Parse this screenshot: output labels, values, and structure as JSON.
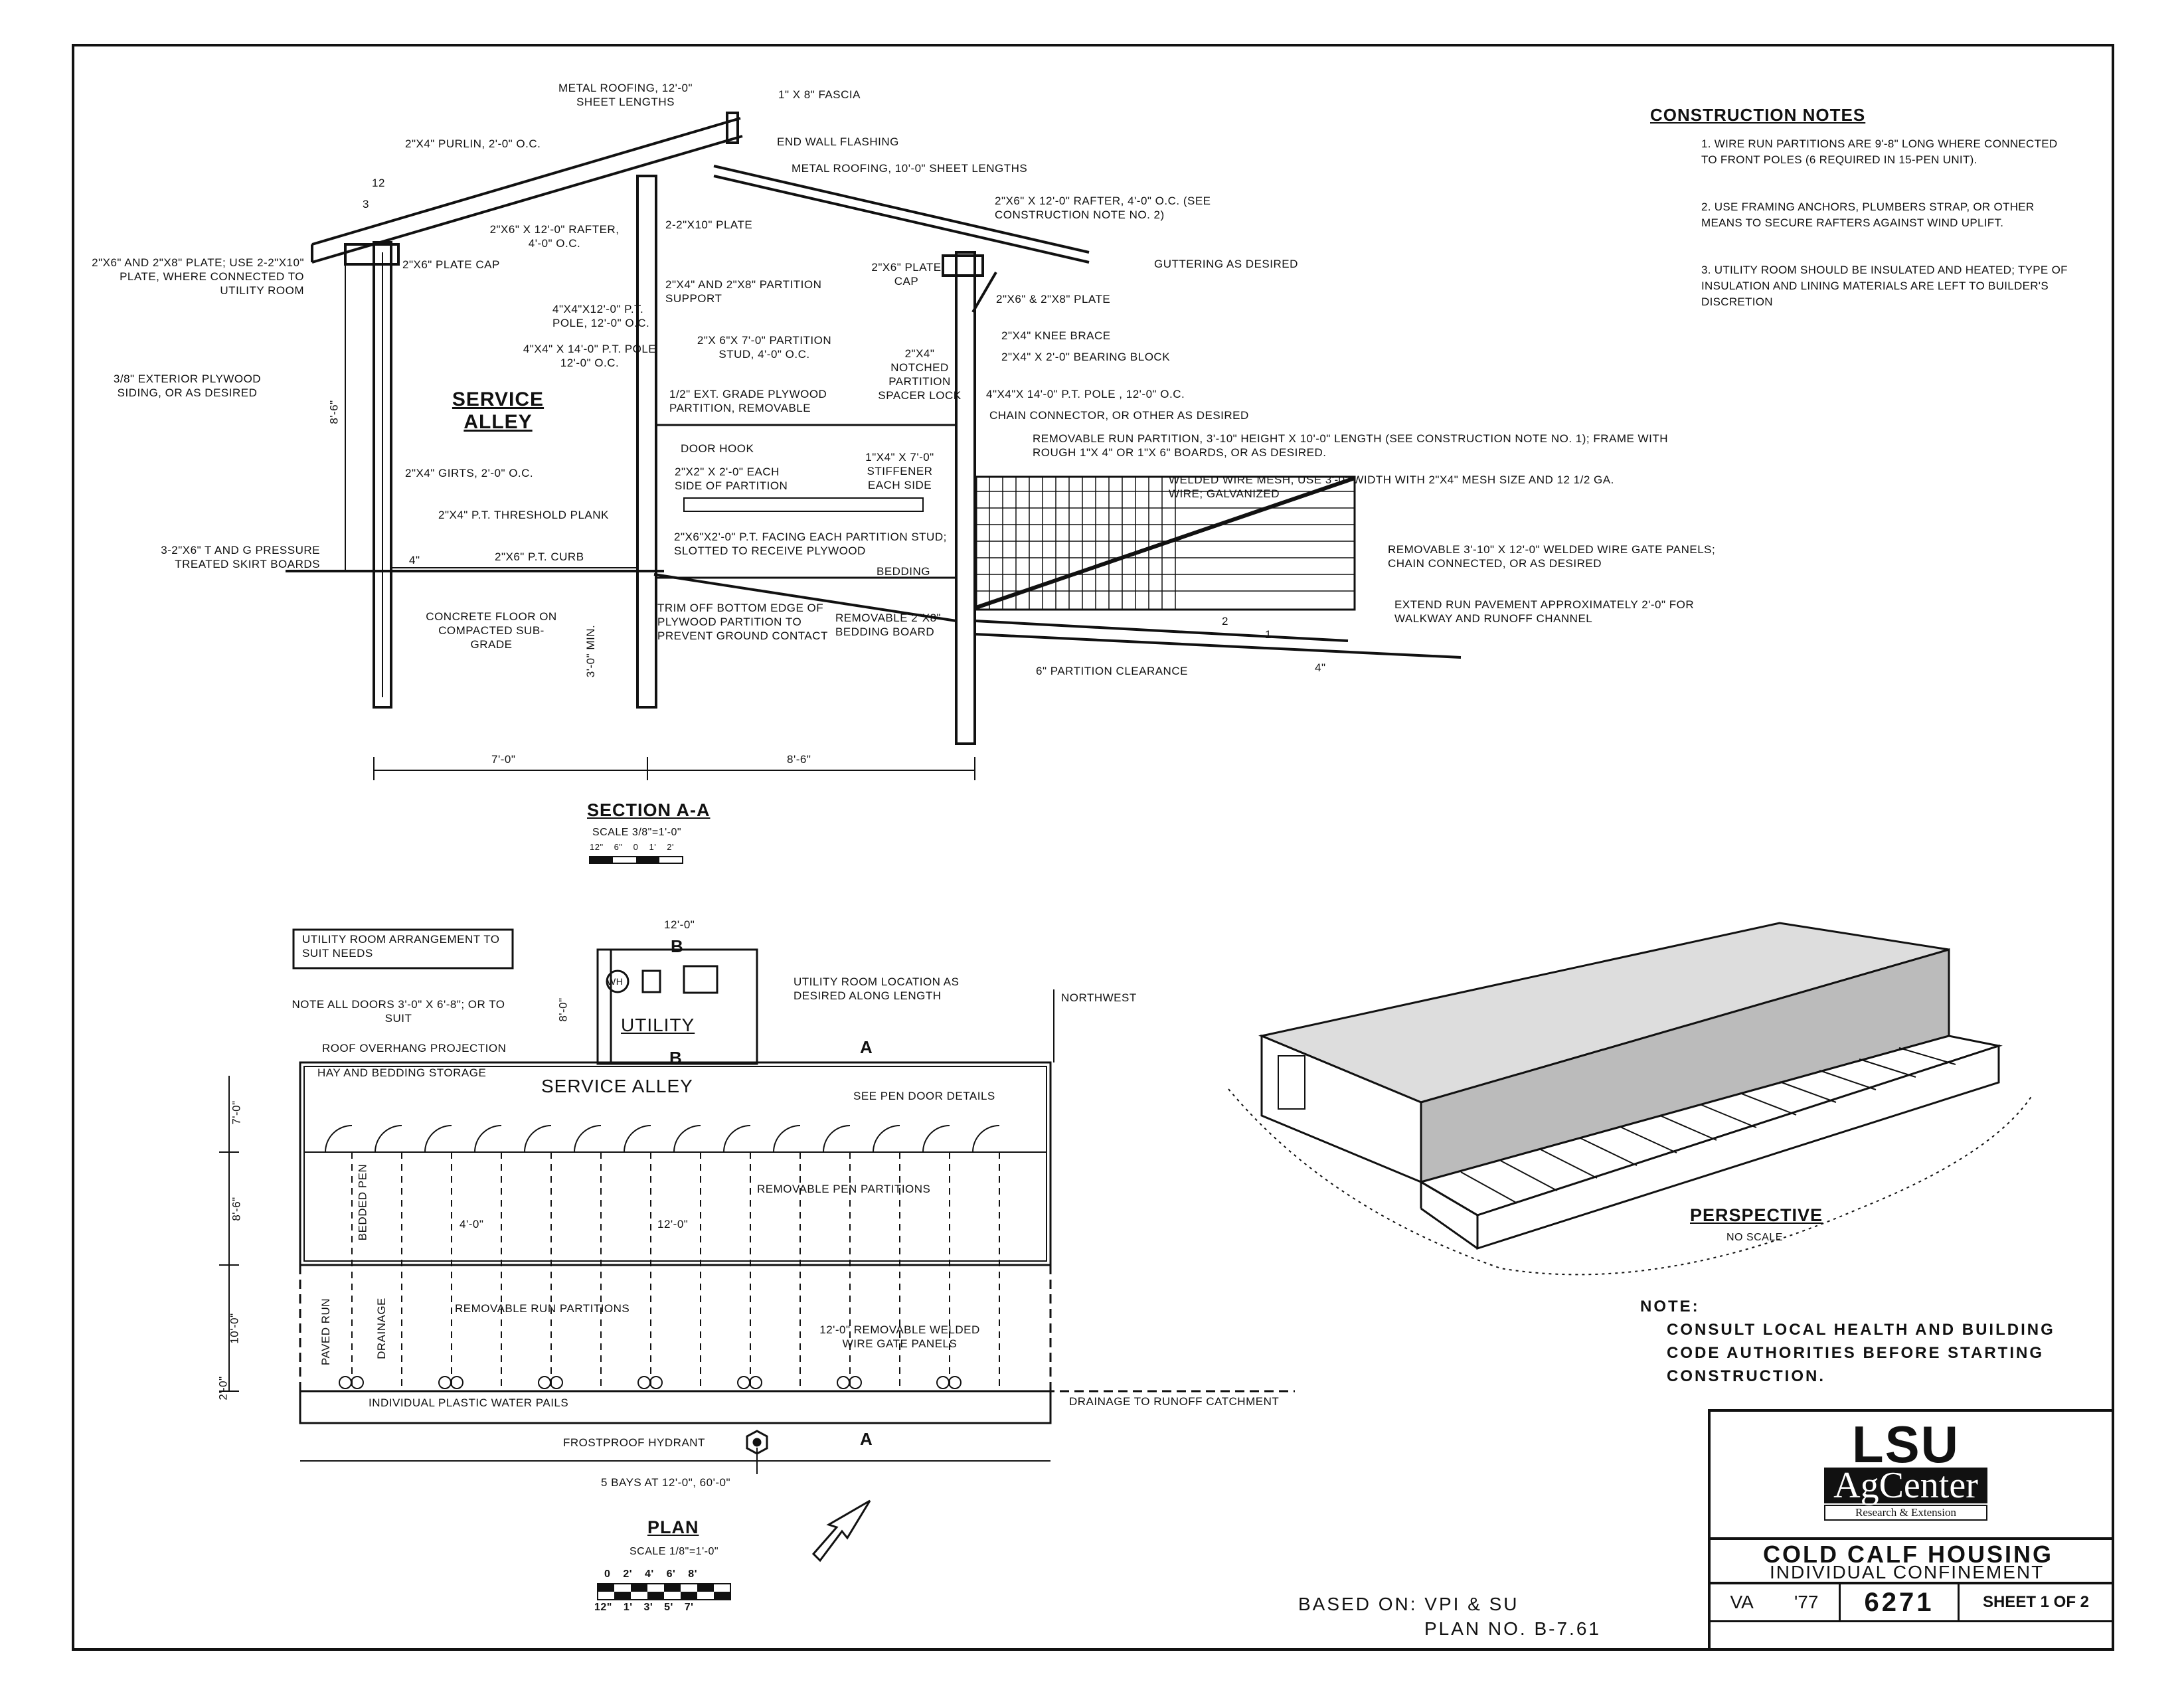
{
  "section": {
    "title": "SECTION A-A",
    "scale": "SCALE 3/8\"=1'-0\"",
    "scale_bar_ticks": "12\" 6\" 0 1' 2'",
    "service_alley": "SERVICE ALLEY",
    "dim_left": "7'-0\"",
    "dim_right": "8'-6\"",
    "dim_height": "8'-6\"",
    "dim_min": "3'-0\" MIN.",
    "dim_12": "12",
    "dim_3": "3",
    "dim_4in_a": "4\"",
    "dim_4in_b": "4\"",
    "dim_2": "2",
    "dim_1": "1",
    "labels": {
      "metal_roofing_12": "METAL ROOFING, 12'-0\" SHEET LENGTHS",
      "fascia": "1\" x 8\" FASCIA",
      "purlin": "2\"x4\" PURLIN, 2'-0\" O.C.",
      "end_wall": "END WALL FLASHING",
      "metal_roofing_10": "METAL ROOFING, 10'-0\" SHEET LENGTHS",
      "rafter_left": "2\"x6\" x 12'-0\" RAFTER, 4'-0\" O.C.",
      "plate_2x10": "2-2\"x10\" PLATE",
      "rafter_right": "2\"x6\" x 12'-0\" RAFTER, 4'-0\" O.C. (SEE CONSTRUCTION NOTE NO. 2)",
      "plate_left": "2\"x6\" AND 2\"x8\" PLATE; USE 2-2\"x10\" PLATE, WHERE CONNECTED TO UTILITY ROOM",
      "plate_cap_left": "2\"x6\" PLATE CAP",
      "guttering": "GUTTERING AS DESIRED",
      "partition_support": "2\"x4\" AND 2\"x8\" PARTITION SUPPORT",
      "plate_cap_right": "2\"x6\" PLATE CAP",
      "plate_2x6_2x8": "2\"x6\" & 2\"x8\" PLATE",
      "pole_12": "4\"x4\"x12'-0\" P.T. POLE, 12'-0\" O.C.",
      "knee_brace": "2\"x4\" KNEE BRACE",
      "bearing_block": "2\"x4\" x 2'-0\" BEARING BLOCK",
      "pole_14_mid": "4\"x4\" x 14'-0\" P.T. POLE 12'-0\" O.C.",
      "partition_stud": "2\"x 6\"x 7'-0\" PARTITION STUD, 4'-0\" O.C.",
      "spacer": "2\"x4\" NOTCHED PARTITION SPACER LOCK",
      "plywood_siding": "3/8\" EXTERIOR PLYWOOD SIDING, OR AS DESIRED",
      "pole_14_right": "4\"x4\"x 14'-0\" P.T. POLE , 12'-0\" O.C.",
      "plywood_partition": "1/2\" EXT. GRADE PLYWOOD PARTITION, REMOVABLE",
      "chain": "CHAIN CONNECTOR, OR OTHER AS DESIRED",
      "removable_run": "REMOVABLE RUN PARTITION, 3'-10\" HEIGHT x 10'-0\" LENGTH (SEE CONSTRUCTION NOTE NO. 1); FRAME WITH ROUGH 1\"x 4\" OR 1\"x 6\" BOARDS, OR AS DESIRED.",
      "door_hook": "DOOR HOOK",
      "girts": "2\"x4\" GIRTS, 2'-0\" O.C.",
      "cleats": "2\"x2\" x 2'-0\" EACH SIDE OF PARTITION",
      "stiffener": "1\"x4\" x 7'-0\" STIFFENER EACH SIDE",
      "welded_wire": "WELDED WIRE MESH, USE 3'-0\" WIDTH WITH 2\"x4\" MESH SIZE AND 12 1/2 GA. WIRE; GALVANIZED",
      "threshold": "2\"x4\" P.T. THRESHOLD PLANK",
      "facing": "2\"x6\"x2'-0\" P.T. FACING EACH PARTITION STUD; SLOTTED TO RECEIVE PLYWOOD",
      "gate_panels": "REMOVABLE 3'-10\" x 12'-0\" WELDED WIRE GATE PANELS; CHAIN CONNECTED, OR AS DESIRED",
      "skirt": "3-2\"x6\" T AND G PRESSURE TREATED SKIRT BOARDS",
      "curb": "2\"x6\" P.T. CURB",
      "bedding": "BEDDING",
      "trim": "TRIM OFF BOTTOM EDGE OF PLYWOOD PARTITION TO PREVENT GROUND CONTACT",
      "bedding_board": "REMOVABLE 2\"x8\" BEDDING BOARD",
      "run_pavement": "EXTEND RUN PAVEMENT APPROXIMATELY 2'-0\" FOR WALKWAY AND RUNOFF CHANNEL",
      "concrete": "CONCRETE FLOOR ON COMPACTED SUB-GRADE",
      "clearance": "6\" PARTITION CLEARANCE"
    }
  },
  "notes": {
    "title": "CONSTRUCTION NOTES",
    "items": [
      "1. WIRE RUN PARTITIONS ARE 9'-8\" LONG WHERE CONNECTED TO FRONT POLES (6 REQUIRED IN 15-PEN UNIT).",
      "2. USE FRAMING ANCHORS, PLUMBERS STRAP, OR OTHER MEANS TO SECURE RAFTERS AGAINST WIND UPLIFT.",
      "3. UTILITY ROOM SHOULD BE INSULATED AND HEATED; TYPE OF INSULATION AND LINING MATERIALS ARE LEFT TO BUILDER'S DISCRETION"
    ]
  },
  "plan": {
    "title": "PLAN",
    "scale": "SCALE 1/8\"=1'-0\"",
    "scale_top": "0 2' 4' 6' 8'",
    "scale_bottom": "12\" 1' 3' 5' 7'",
    "utility_box": "UTILITY ROOM ARRANGEMENT TO SUIT NEEDS",
    "dim_12_top": "12'-0\"",
    "b_top": "B",
    "b_bottom": "B",
    "a_top": "A",
    "a_bottom": "A",
    "wh": "WH",
    "dim_8": "8'-0\"",
    "utility": "UTILITY",
    "utility_location": "UTILITY ROOM LOCATION AS DESIRED ALONG LENGTH",
    "northwest": "NORTHWEST",
    "doors_note": "NOTE ALL DOORS 3'-0\" x 6'-8\"; OR TO SUIT",
    "overhang": "ROOF OVERHANG PROJECTION",
    "hay": "HAY AND BEDDING STORAGE",
    "service_alley": "SERVICE ALLEY",
    "pen_door": "SEE PEN DOOR DETAILS",
    "bedded_pen": "BEDDED PEN",
    "pen_partitions": "REMOVABLE PEN PARTITIONS",
    "dim_4": "4'-0\"",
    "dim_12_mid": "12'-0\"",
    "paved_run": "PAVED RUN",
    "drainage": "DRAINAGE",
    "run_partitions": "REMOVABLE RUN PARTITIONS",
    "gate_panels": "12'-0\" REMOVABLE WELDED WIRE GATE PANELS",
    "water_pails": "INDIVIDUAL PLASTIC WATER PAILS",
    "runoff": "DRAINAGE TO RUNOFF CATCHMENT",
    "hydrant": "FROSTPROOF HYDRANT",
    "bays": "5 BAYS AT 12'-0\", 60'-0\"",
    "dim_7": "7'-0\"",
    "dim_8_6": "8'-6\"",
    "dim_10": "10'-0\"",
    "dim_2": "2'-0\""
  },
  "perspective": {
    "title": "PERSPECTIVE",
    "scale": "NO SCALE"
  },
  "warning": {
    "label": "NOTE:",
    "text": [
      "CONSULT LOCAL HEALTH AND BUILDING",
      "CODE AUTHORITIES BEFORE STARTING",
      "CONSTRUCTION."
    ]
  },
  "based_on": [
    "BASED ON: VPI & SU",
    "PLAN NO. B-7.61"
  ],
  "title_block": {
    "logo_lsu": "LSU",
    "logo_ag": "AgCenter",
    "logo_sub": "Research & Extension",
    "title": "COLD CALF HOUSING",
    "subtitle": "INDIVIDUAL CONFINEMENT",
    "state": "VA",
    "year": "'77",
    "plan_no": "6271",
    "sheet": "SHEET 1 OF 2"
  }
}
